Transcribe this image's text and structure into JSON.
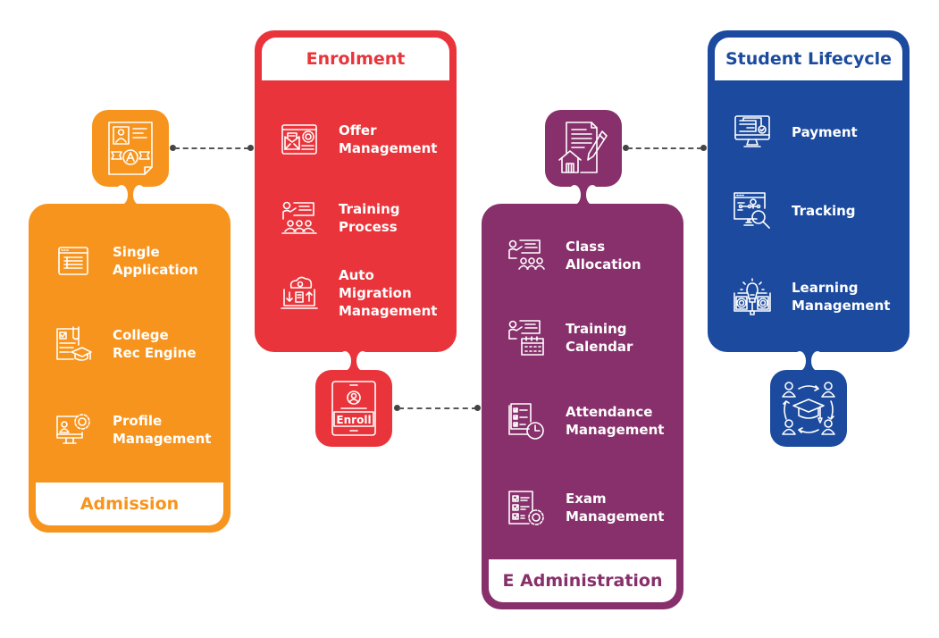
{
  "colors": {
    "admission": "#F7941D",
    "enrolment": "#E8343A",
    "e_administration": "#87306B",
    "student_lifecycle": "#1B4A9E",
    "connector": "#555555"
  },
  "admission": {
    "title": "Admission",
    "top_icon": "admission-certificate-icon",
    "items": [
      {
        "label": "Single\nApplication",
        "icon": "application-form-icon"
      },
      {
        "label": "College\nRec Engine",
        "icon": "college-recommendation-icon"
      },
      {
        "label": "Profile\nManagement",
        "icon": "profile-settings-icon"
      }
    ]
  },
  "enrolment": {
    "title": "Enrolment",
    "bottom_icon": "enroll-tablet-icon",
    "bottom_icon_text": "Enroll",
    "items": [
      {
        "label": "Offer\nManagement",
        "icon": "offer-mail-icon"
      },
      {
        "label": "Training\nProcess",
        "icon": "training-presentation-icon"
      },
      {
        "label": "Auto Migration\nManagement",
        "icon": "cloud-migration-icon"
      }
    ]
  },
  "e_administration": {
    "title": "E Administration",
    "top_icon": "document-house-pen-icon",
    "items": [
      {
        "label": "Class\nAllocation",
        "icon": "class-allocation-icon"
      },
      {
        "label": "Training\nCalendar",
        "icon": "training-calendar-icon"
      },
      {
        "label": "Attendance\nManagement",
        "icon": "attendance-clock-icon"
      },
      {
        "label": "Exam\nManagement",
        "icon": "exam-checklist-icon"
      }
    ]
  },
  "student_lifecycle": {
    "title": "Student Lifecycle",
    "bottom_icon": "graduation-cycle-icon",
    "items": [
      {
        "label": "Payment",
        "icon": "payment-monitor-icon"
      },
      {
        "label": "Tracking",
        "icon": "tracking-search-icon"
      },
      {
        "label": "Learning\nManagement",
        "icon": "learning-bulb-book-icon"
      }
    ]
  }
}
